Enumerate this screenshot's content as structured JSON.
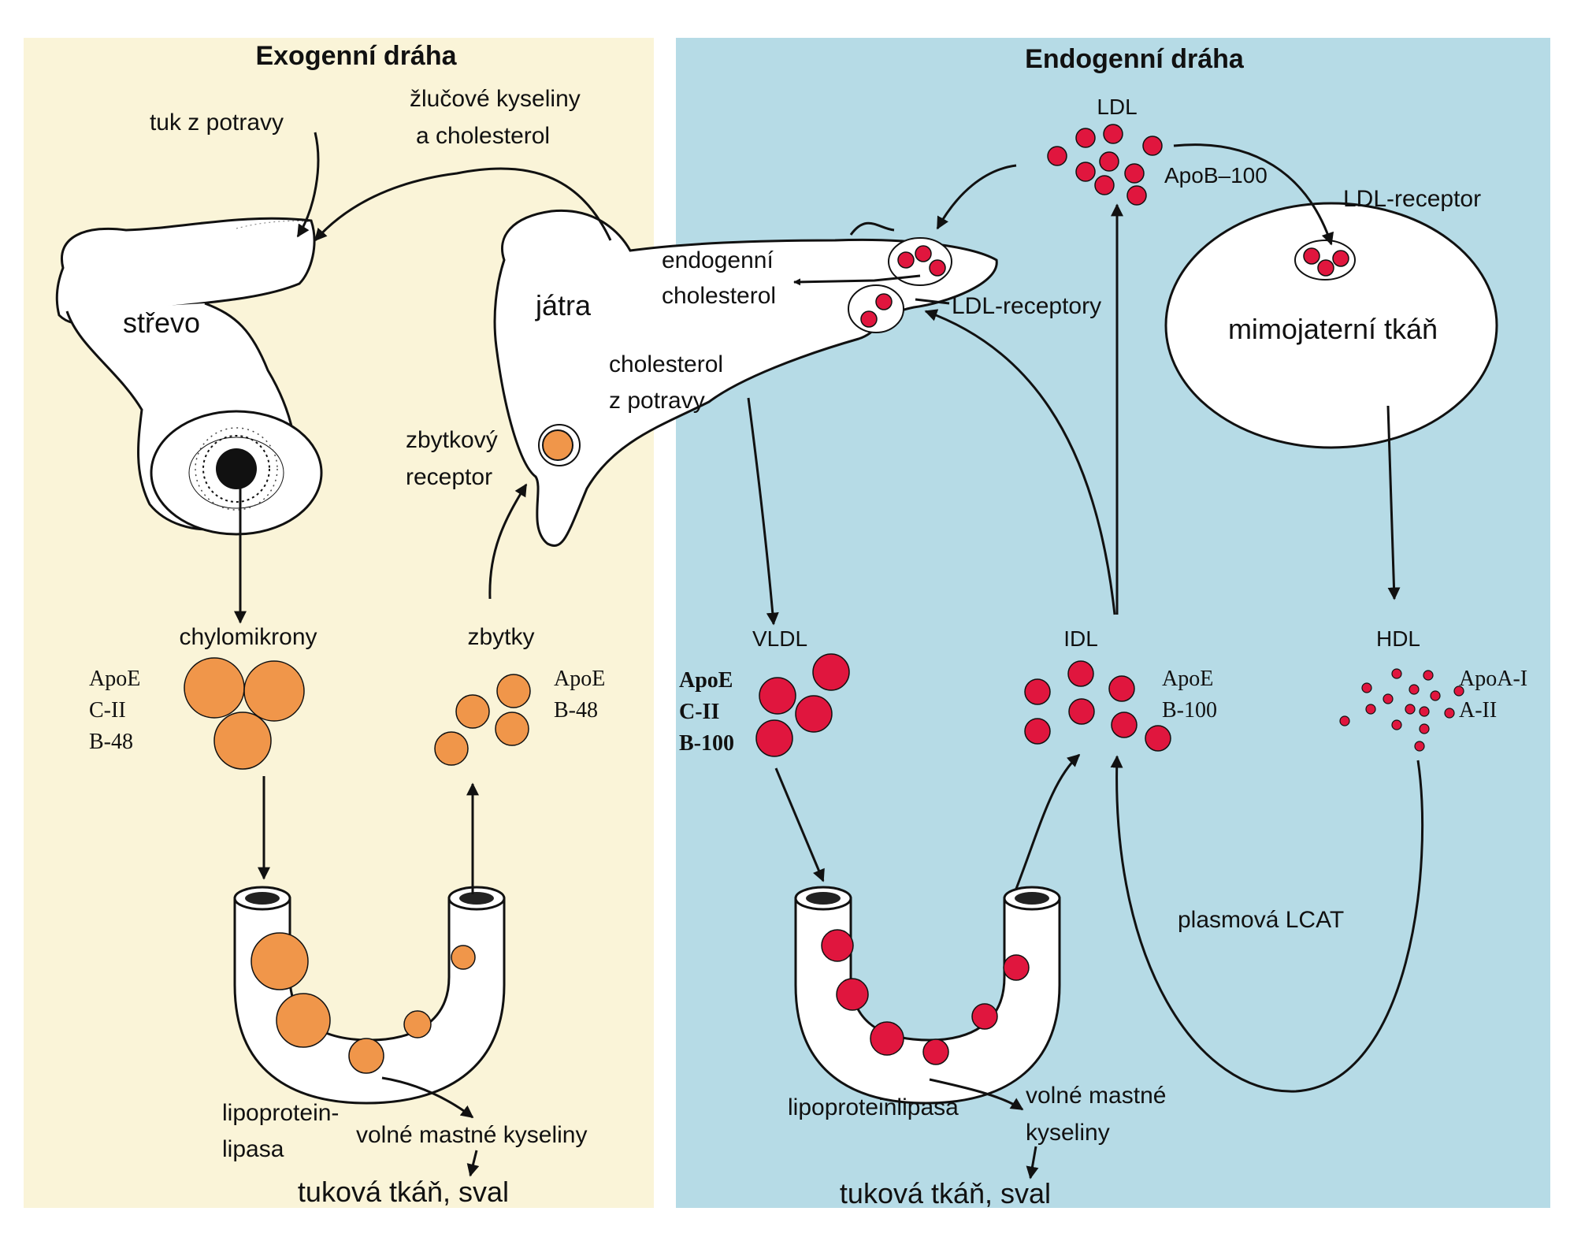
{
  "colors": {
    "exogenous_bg": "#faf4d8",
    "endogenous_bg": "#b6dbe6",
    "chylomicron": "#f0964a",
    "vldl_ldl": "#e0163e",
    "outline": "#111111",
    "organ_fill": "#ffffff"
  },
  "exogenous": {
    "title": "Exogenní dráha",
    "diet_fat": "tuk z potravy",
    "bile_acids_line1": "žlučové kyseliny",
    "bile_acids_line2": "a cholesterol",
    "intestine": "střevo",
    "liver": "játra",
    "remnant_receptor_line1": "zbytkový",
    "remnant_receptor_line2": "receptor",
    "diet_cholesterol_line1": "cholesterol",
    "diet_cholesterol_line2": "z potravy",
    "chylomicrons": "chylomikrony",
    "chylomicron_apo": [
      "ApoE",
      "C-II",
      "B-48"
    ],
    "remnants": "zbytky",
    "remnant_apo": [
      "ApoE",
      "B-48"
    ],
    "lipase_line1": "lipoprotein-",
    "lipase_line2": "lipasa",
    "free_fatty_acids": "volné mastné kyseliny",
    "target_tissue": "tuková tkáň, sval"
  },
  "endogenous": {
    "title": "Endogenní dráha",
    "endogenous_cholesterol_line1": "endogenní",
    "endogenous_cholesterol_line2": "cholesterol",
    "ldl_receptors": "LDL-receptory",
    "ldl": "LDL",
    "ldl_apo": "ApoB–100",
    "ldl_receptor": "LDL-receptor",
    "extrahepatic_tissue": "mimojaterní tkáň",
    "vldl": "VLDL",
    "vldl_apo": [
      "ApoE",
      "C-II",
      "B-100"
    ],
    "idl": "IDL",
    "idl_apo": [
      "ApoE",
      "B-100"
    ],
    "hdl": "HDL",
    "hdl_apo": [
      "ApoA-I",
      "A-II"
    ],
    "plasma_lcat": "plasmová LCAT",
    "lipase": "lipoproteinlipasa",
    "free_fatty_acids_line1": "volné mastné",
    "free_fatty_acids_line2": "kyseliny",
    "target_tissue": "tuková tkáň, sval"
  }
}
